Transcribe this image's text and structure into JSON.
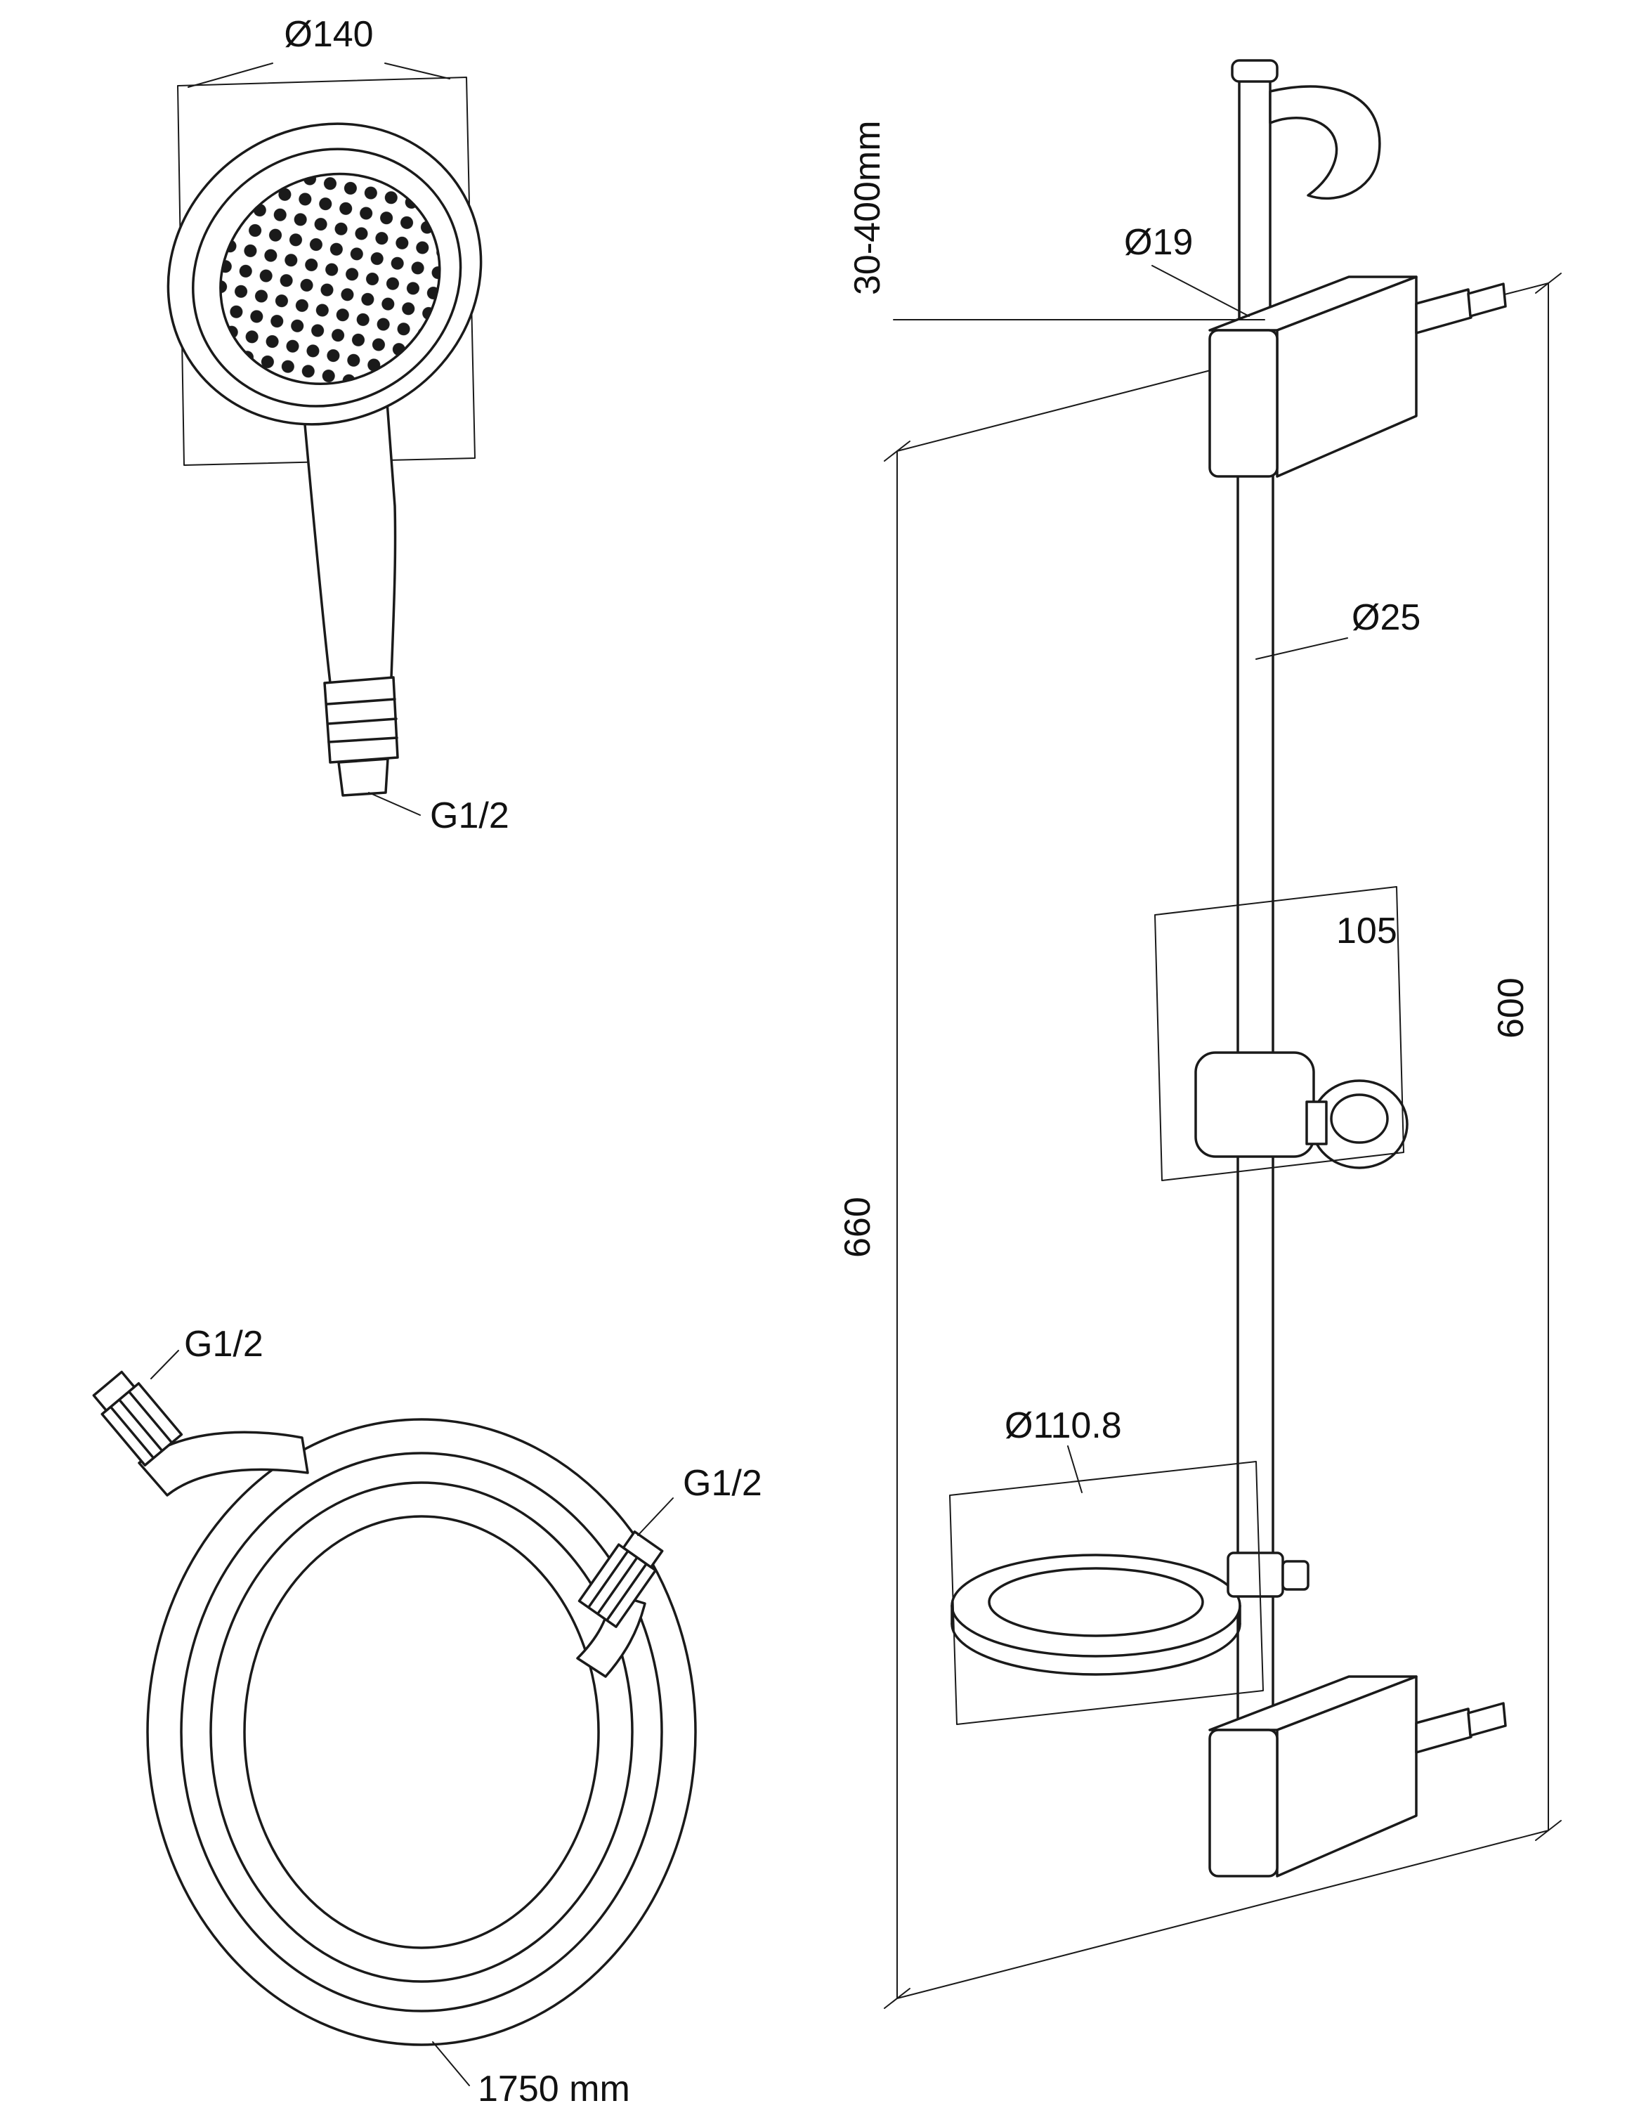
{
  "diagram": {
    "hand_shower": {
      "diameter_label": "Ø140",
      "thread_label": "G1/2"
    },
    "hose": {
      "thread_label_top": "G1/2",
      "thread_label_mid": "G1/2",
      "length_label": "1750 mm"
    },
    "rail": {
      "adjust_range_label": "30-400mm",
      "rod_diameter_label": "Ø19",
      "bar_diameter_label": "Ø25",
      "holder_dimension_label": "105",
      "bar_length_label": "600",
      "overall_length_label": "660",
      "dish_diameter_label": "Ø110.8"
    }
  }
}
